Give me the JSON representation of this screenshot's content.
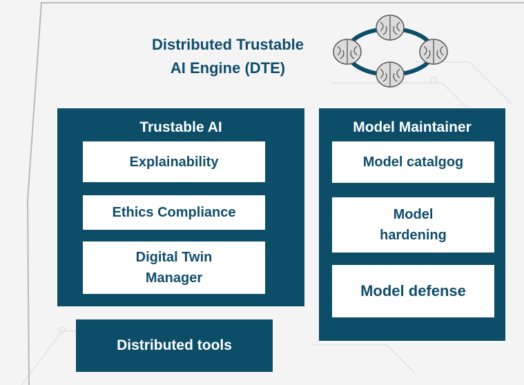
{
  "title": {
    "line1": "Distributed Trustable",
    "line2": "AI Engine (DTE)"
  },
  "trustable_ai": {
    "heading": "Trustable AI",
    "items": [
      "Explainability",
      "Ethics Compliance",
      "Digital Twin",
      "Manager"
    ]
  },
  "model_maintainer": {
    "heading": "Model Maintainer",
    "items": [
      "Model catalgog",
      "Model",
      "hardening",
      "Model defense"
    ]
  },
  "distributed_tools": "Distributed tools",
  "colors": {
    "panel": "#0c4d68",
    "text_accent": "#0f4d6b",
    "background": "#f4f4f5"
  },
  "icons": [
    "brain-icon",
    "brain-network-ring"
  ]
}
